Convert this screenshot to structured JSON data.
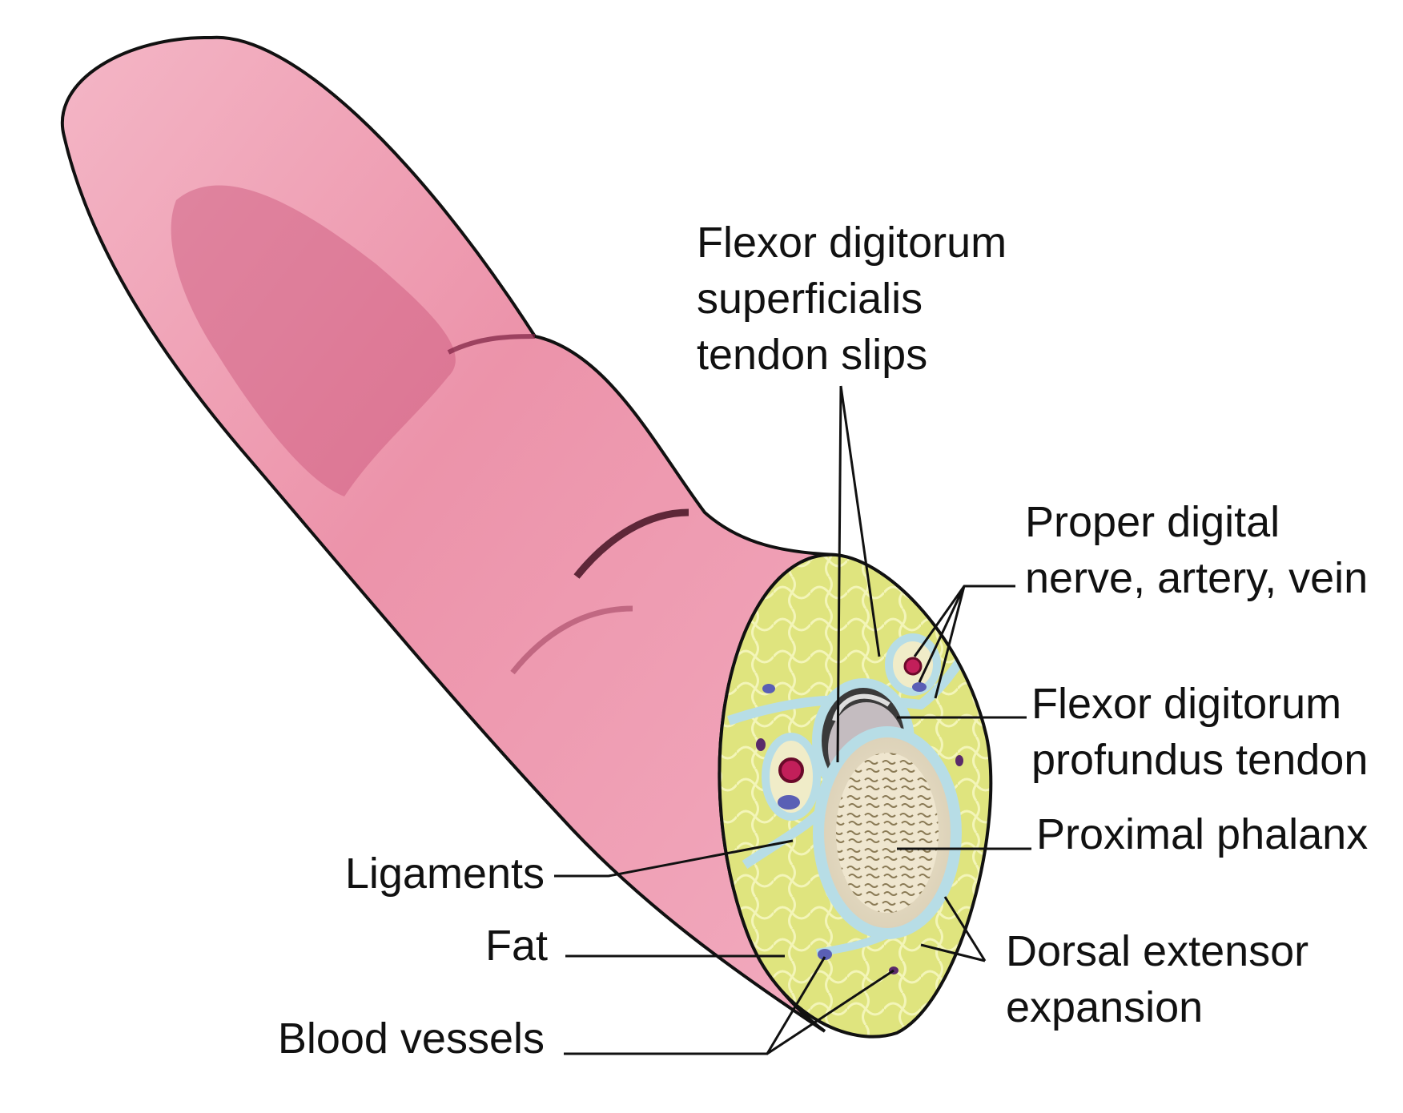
{
  "labels": {
    "fds": [
      "Flexor digitorum",
      "superficialis",
      "tendon slips"
    ],
    "proper": [
      "Proper digital",
      "nerve, artery, vein"
    ],
    "fdp": [
      "Flexor digitorum",
      "profundus tendon"
    ],
    "phalanx": "Proximal phalanx",
    "dorsal": [
      "Dorsal extensor",
      "expansion"
    ],
    "ligaments": "Ligaments",
    "fat": "Fat",
    "vessels": "Blood vessels"
  },
  "colors": {
    "skin": "#e98aa0",
    "skin_dark": "#b64a6a",
    "fat": "#dde27a",
    "ligament": "#b7dde6",
    "bone": "#e2d9c4",
    "artery": "#c21f5a",
    "vein": "#5a5fb5",
    "outline": "#111111"
  }
}
